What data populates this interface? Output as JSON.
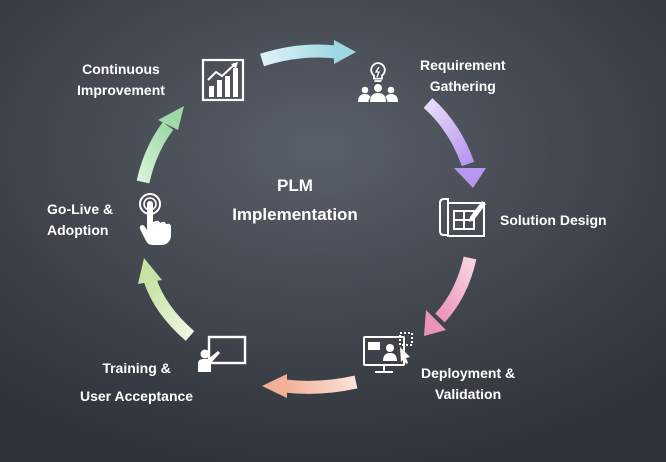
{
  "center": {
    "title_line1": "PLM",
    "title_line2": "Implementation"
  },
  "stages": [
    {
      "lines": [
        "Requirement",
        "Gathering"
      ],
      "icon": "team-lightbulb-icon"
    },
    {
      "lines": [
        "Solution Design"
      ],
      "icon": "blueprint-pencil-icon"
    },
    {
      "lines": [
        "Deployment &",
        "Validation"
      ],
      "icon": "monitor-user-icon"
    },
    {
      "lines": [
        "Training &",
        "User Acceptance"
      ],
      "icon": "presentation-board-icon"
    },
    {
      "lines": [
        "Go-Live &",
        "Adoption"
      ],
      "icon": "touch-hand-icon"
    },
    {
      "lines": [
        "Continuous",
        "Improvement"
      ],
      "icon": "bar-chart-growth-icon"
    }
  ],
  "colors": {
    "background": "#3c4149",
    "arrow_requirement_to_design": "#c7aef2",
    "arrow_design_to_deployment": "#f2b3cf",
    "arrow_deployment_to_training": "#f6c9b9",
    "arrow_training_to_golive": "#d7ecbd",
    "arrow_golive_to_improvement": "#b8e6bd",
    "arrow_improvement_to_requirement": "#bfe7ee",
    "text": "#ffffff"
  }
}
